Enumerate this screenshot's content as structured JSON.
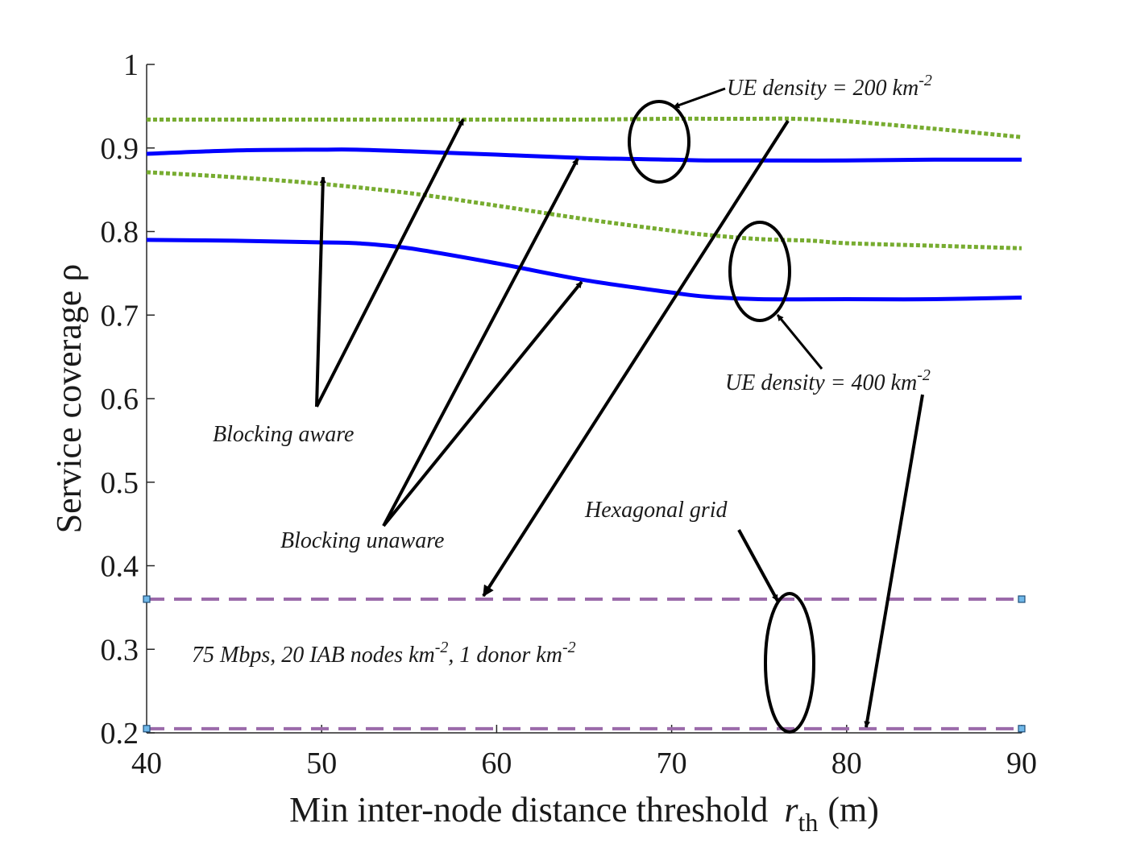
{
  "chart_data": {
    "type": "line",
    "xlabel": "Min inter-node distance threshold",
    "xlabel_symbol": "r",
    "xlabel_sub": "th",
    "xlabel_unit": "(m)",
    "ylabel": "Service coverage ρ",
    "xlim": [
      40,
      90
    ],
    "ylim": [
      0.2,
      1
    ],
    "xticks": [
      40,
      50,
      60,
      70,
      80,
      90
    ],
    "yticks": [
      "0.2",
      "0.3",
      "0.4",
      "0.5",
      "0.6",
      "0.7",
      "0.8",
      "0.9",
      "1"
    ],
    "grid": false,
    "series": [
      {
        "color": "#77ac30",
        "style": "dotted",
        "x": [
          40,
          45,
          50,
          55,
          60,
          65,
          70,
          72,
          75,
          77,
          80,
          85,
          90
        ],
        "y": [
          0.934,
          0.934,
          0.934,
          0.934,
          0.934,
          0.934,
          0.935,
          0.935,
          0.935,
          0.935,
          0.932,
          0.923,
          0.913
        ]
      },
      {
        "color": "#0000ff",
        "style": "solid",
        "x": [
          40,
          45,
          50,
          52,
          55,
          60,
          65,
          70,
          72,
          75,
          80,
          85,
          90
        ],
        "y": [
          0.893,
          0.897,
          0.898,
          0.898,
          0.896,
          0.892,
          0.888,
          0.886,
          0.885,
          0.885,
          0.885,
          0.886,
          0.886
        ]
      },
      {
        "color": "#77ac30",
        "style": "dotted",
        "x": [
          40,
          45,
          50,
          55,
          60,
          65,
          70,
          72,
          75,
          78,
          80,
          85,
          90
        ],
        "y": [
          0.871,
          0.865,
          0.857,
          0.846,
          0.831,
          0.815,
          0.801,
          0.796,
          0.791,
          0.789,
          0.786,
          0.783,
          0.78
        ]
      },
      {
        "color": "#0000ff",
        "style": "solid",
        "x": [
          40,
          45,
          50,
          52,
          55,
          60,
          65,
          70,
          72,
          75,
          80,
          85,
          90
        ],
        "y": [
          0.79,
          0.789,
          0.787,
          0.786,
          0.78,
          0.762,
          0.742,
          0.727,
          0.722,
          0.719,
          0.719,
          0.719,
          0.721
        ]
      },
      {
        "color": "#9b6aaa",
        "style": "dashed",
        "x": [
          40,
          90
        ],
        "y": [
          0.36,
          0.36
        ]
      },
      {
        "color": "#9b6aaa",
        "style": "dashed",
        "x": [
          40,
          90
        ],
        "y": [
          0.205,
          0.205
        ]
      }
    ],
    "annotations": {
      "ue200_text": "UE density = 200 km",
      "ue200_sup": "-2",
      "ue400_text": "UE density = 400 km",
      "ue400_sup": "-2",
      "blocking_aware": "Blocking aware",
      "blocking_unaware": "Blocking unaware",
      "hexagonal_grid": "Hexagonal grid",
      "params_1": "75 Mbps,  20 IAB nodes km",
      "params_1_sup": "-2",
      "params_2": ", 1 donor km",
      "params_2_sup": "-2"
    }
  }
}
